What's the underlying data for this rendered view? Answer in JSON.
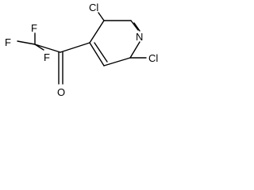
{
  "atoms": {
    "cl_top": "Cl",
    "cl_right": "Cl",
    "n": "N",
    "f_top": "F",
    "f_left": "F",
    "f_right": "F",
    "o": "O"
  }
}
